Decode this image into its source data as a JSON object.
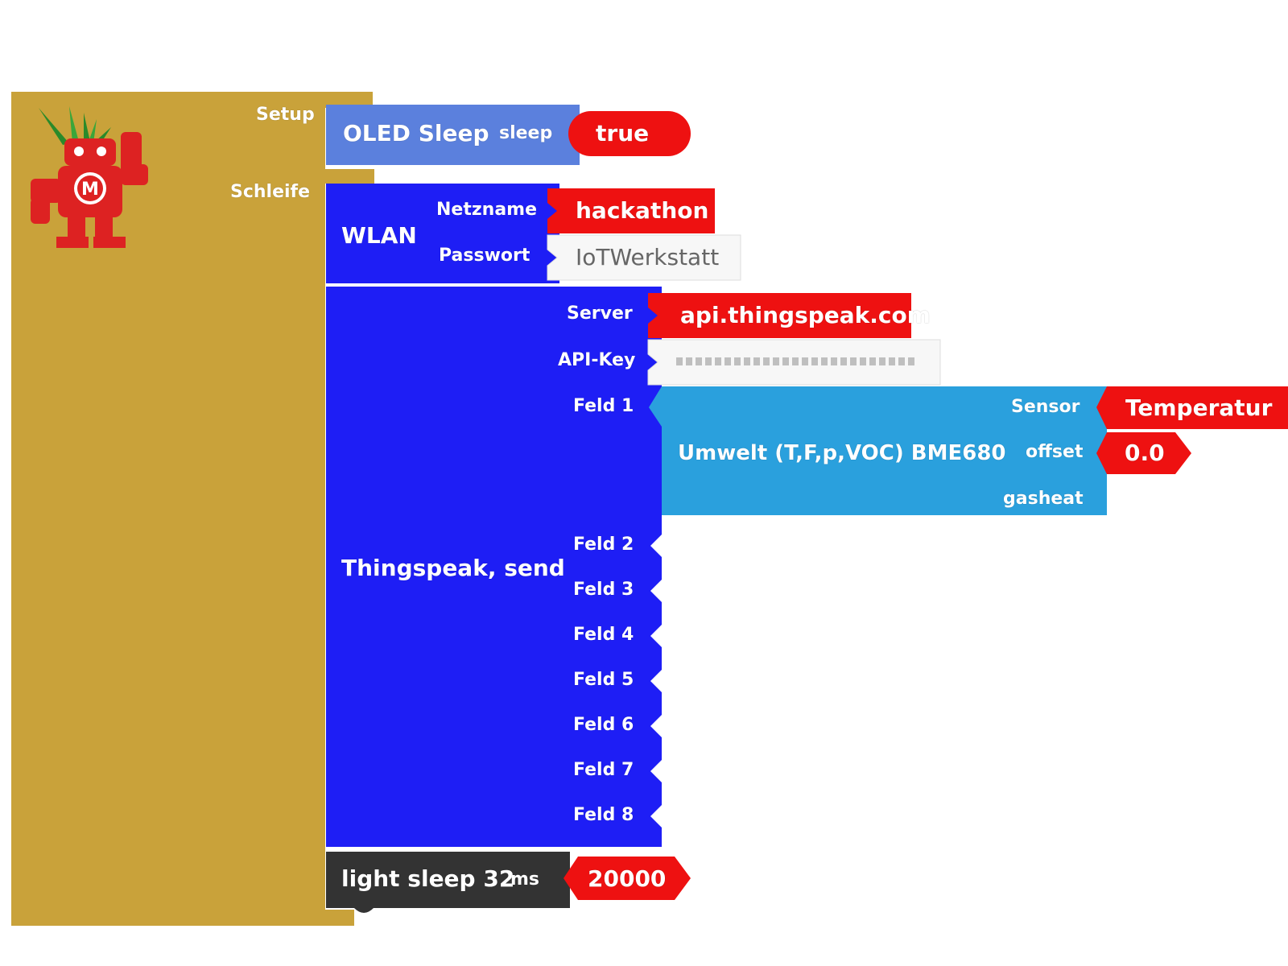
{
  "main": {
    "labels": {
      "setup": "Setup",
      "loop": "Schleife"
    }
  },
  "oled": {
    "title": "OLED Sleep",
    "param_label": "sleep",
    "value": "true"
  },
  "wlan": {
    "title": "WLAN",
    "ssid_label": "Netzname",
    "ssid_value": "hackathon",
    "password_label": "Passwort",
    "password_value": "IoTWerkstatt"
  },
  "thingspeak": {
    "title": "Thingspeak, send",
    "server_label": "Server",
    "server_value": "api.thingspeak.com",
    "apikey_label": "API-Key",
    "fields": [
      "Feld 1",
      "Feld 2",
      "Feld 3",
      "Feld 4",
      "Feld 5",
      "Feld 6",
      "Feld 7",
      "Feld 8"
    ]
  },
  "sensor": {
    "title": "Umwelt (T,F,p,VOC) BME680",
    "sensor_label": "Sensor",
    "sensor_value": "Temperatur",
    "offset_label": "offset",
    "offset_value": "0.0",
    "gasheat_label": "gasheat"
  },
  "sleep": {
    "title": "light sleep 32",
    "unit_label": "ms",
    "value": "20000"
  },
  "colors": {
    "main_block": "#c9a23a",
    "oled_block": "#5b80dd",
    "net_block": "#1e1ef5",
    "sensor_block": "#2aa0dd",
    "sleep_block": "#333333",
    "value_red": "#ee1111",
    "logo_red": "#dd2222"
  }
}
